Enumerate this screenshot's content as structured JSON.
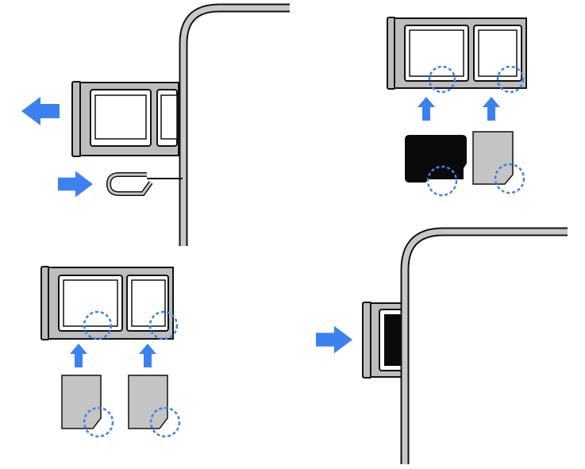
{
  "colors": {
    "background": "#ffffff",
    "phone_frame_outer": "#111111",
    "phone_frame_inner": "#c8c8c8",
    "tray_fill": "#bdbdbd",
    "tray_outline": "#111111",
    "sim_card_fill": "#c4c4c4",
    "microsd_card_fill": "#0a0a0a",
    "arrow": "#3b82f0",
    "notch_highlight": "#3b82f0"
  },
  "icons": {
    "eject": "arrow-left-icon",
    "insert_pin": "arrow-right-icon",
    "insert_card": "arrow-up-icon",
    "push_tray": "arrow-right-icon",
    "pin_tool": "sim-eject-pin-icon",
    "notch": "dashed-circle-icon"
  },
  "steps": [
    {
      "id": "step-1",
      "action": "remove-tray",
      "panel": "top-left"
    },
    {
      "id": "step-2",
      "action": "place-microsd-and-nano-sim",
      "panel": "top-right"
    },
    {
      "id": "step-3",
      "action": "place-two-nano-sims",
      "panel": "bottom-left"
    },
    {
      "id": "step-4",
      "action": "insert-tray",
      "panel": "bottom-right"
    }
  ]
}
